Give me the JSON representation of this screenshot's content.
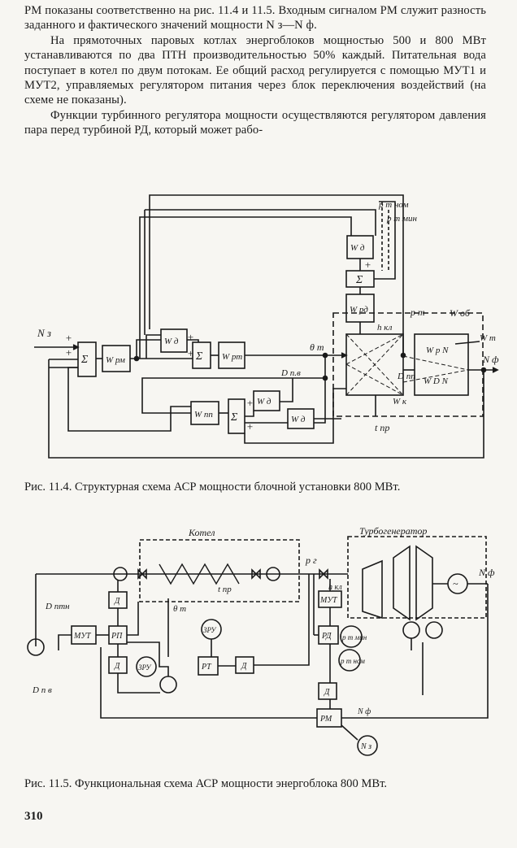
{
  "text": {
    "p1": "РМ показаны соответственно на рис. 11.4 и 11.5. Входным сигналом РМ служит разность заданного и фактического значений мощности N з—N ф.",
    "p2": "На прямоточных паровых котлах энергоблоков мощностью 500 и 800 МВт устанавливаются по два ПТН производительностью 50% каждый. Питательная вода поступает в котел по двум потокам. Ее общий расход регулируется с помощью МУТ1 и МУТ2, управляемых регулятором питания через блок переключения воздействий (на схеме не показаны).",
    "p3": "Функции турбинного регулятора мощности осуществляются регулятором давления пара перед турбиной РД, который может рабо-"
  },
  "fig1": {
    "caption": "Рис. 11.4. Структурная схема АСР мощности блочной установки 800 МВт.",
    "labels": {
      "nz": "N з",
      "wrm": "W рм",
      "wd": "W д",
      "wrt": "W рт",
      "wrd": "W рд",
      "wpp": "W пп",
      "sigma": "Σ",
      "bt": "θ т",
      "dpv": "D п.в",
      "hkl": "h кл",
      "dpp": "D пп",
      "wk": "W к",
      "pt": "р т",
      "pnom": "р т ном",
      "pmin": "р т мин",
      "wpn": "W р N",
      "wdn": "W D N",
      "wt": "W т",
      "nf": "N ф",
      "wob": "W об",
      "tpr": "t пр",
      "plus": "+"
    }
  },
  "fig2": {
    "caption": "Рис. 11.5. Функциональная схема АСР мощности энергоблока 800 МВт.",
    "labels": {
      "kotel": "Котел",
      "turbo": "Турбогенератор",
      "pr": "р г",
      "hkl": "h кл",
      "nf": "N ф",
      "dptn": "D птн",
      "dpv": "D п в",
      "mut": "МУТ",
      "rp": "РП",
      "d": "Д",
      "zru": "ЗРУ",
      "rt": "РТ",
      "rd": "РД",
      "rm": "РМ",
      "bt": "θ т",
      "tpr": "t пр",
      "pmin": "р т мин",
      "pnom": "р т ном",
      "nm": "N ф",
      "nz": "N з"
    }
  },
  "page_number": "310"
}
